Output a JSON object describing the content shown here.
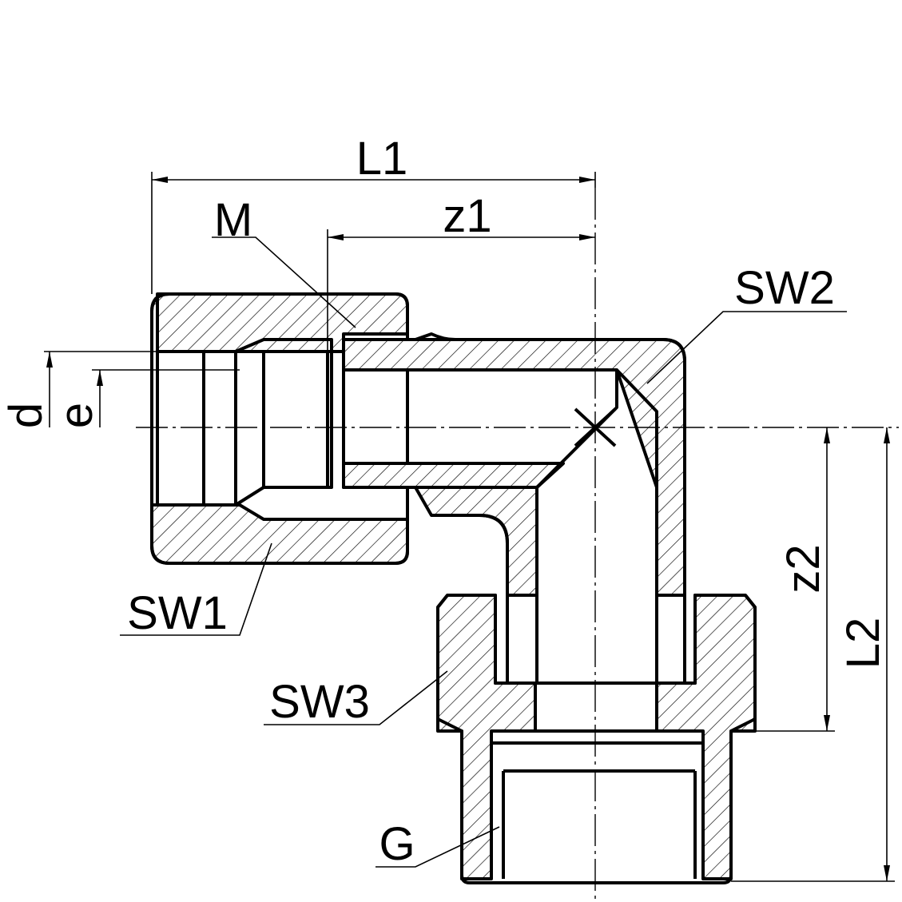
{
  "drawing": {
    "title": "Elbow fitting cross-section",
    "labels": {
      "L1": "L1",
      "z1": "z1",
      "M": "M",
      "SW2": "SW2",
      "SW1": "SW1",
      "SW3": "SW3",
      "G": "G",
      "d": "d",
      "e": "e",
      "z2": "z2",
      "L2": "L2"
    }
  }
}
